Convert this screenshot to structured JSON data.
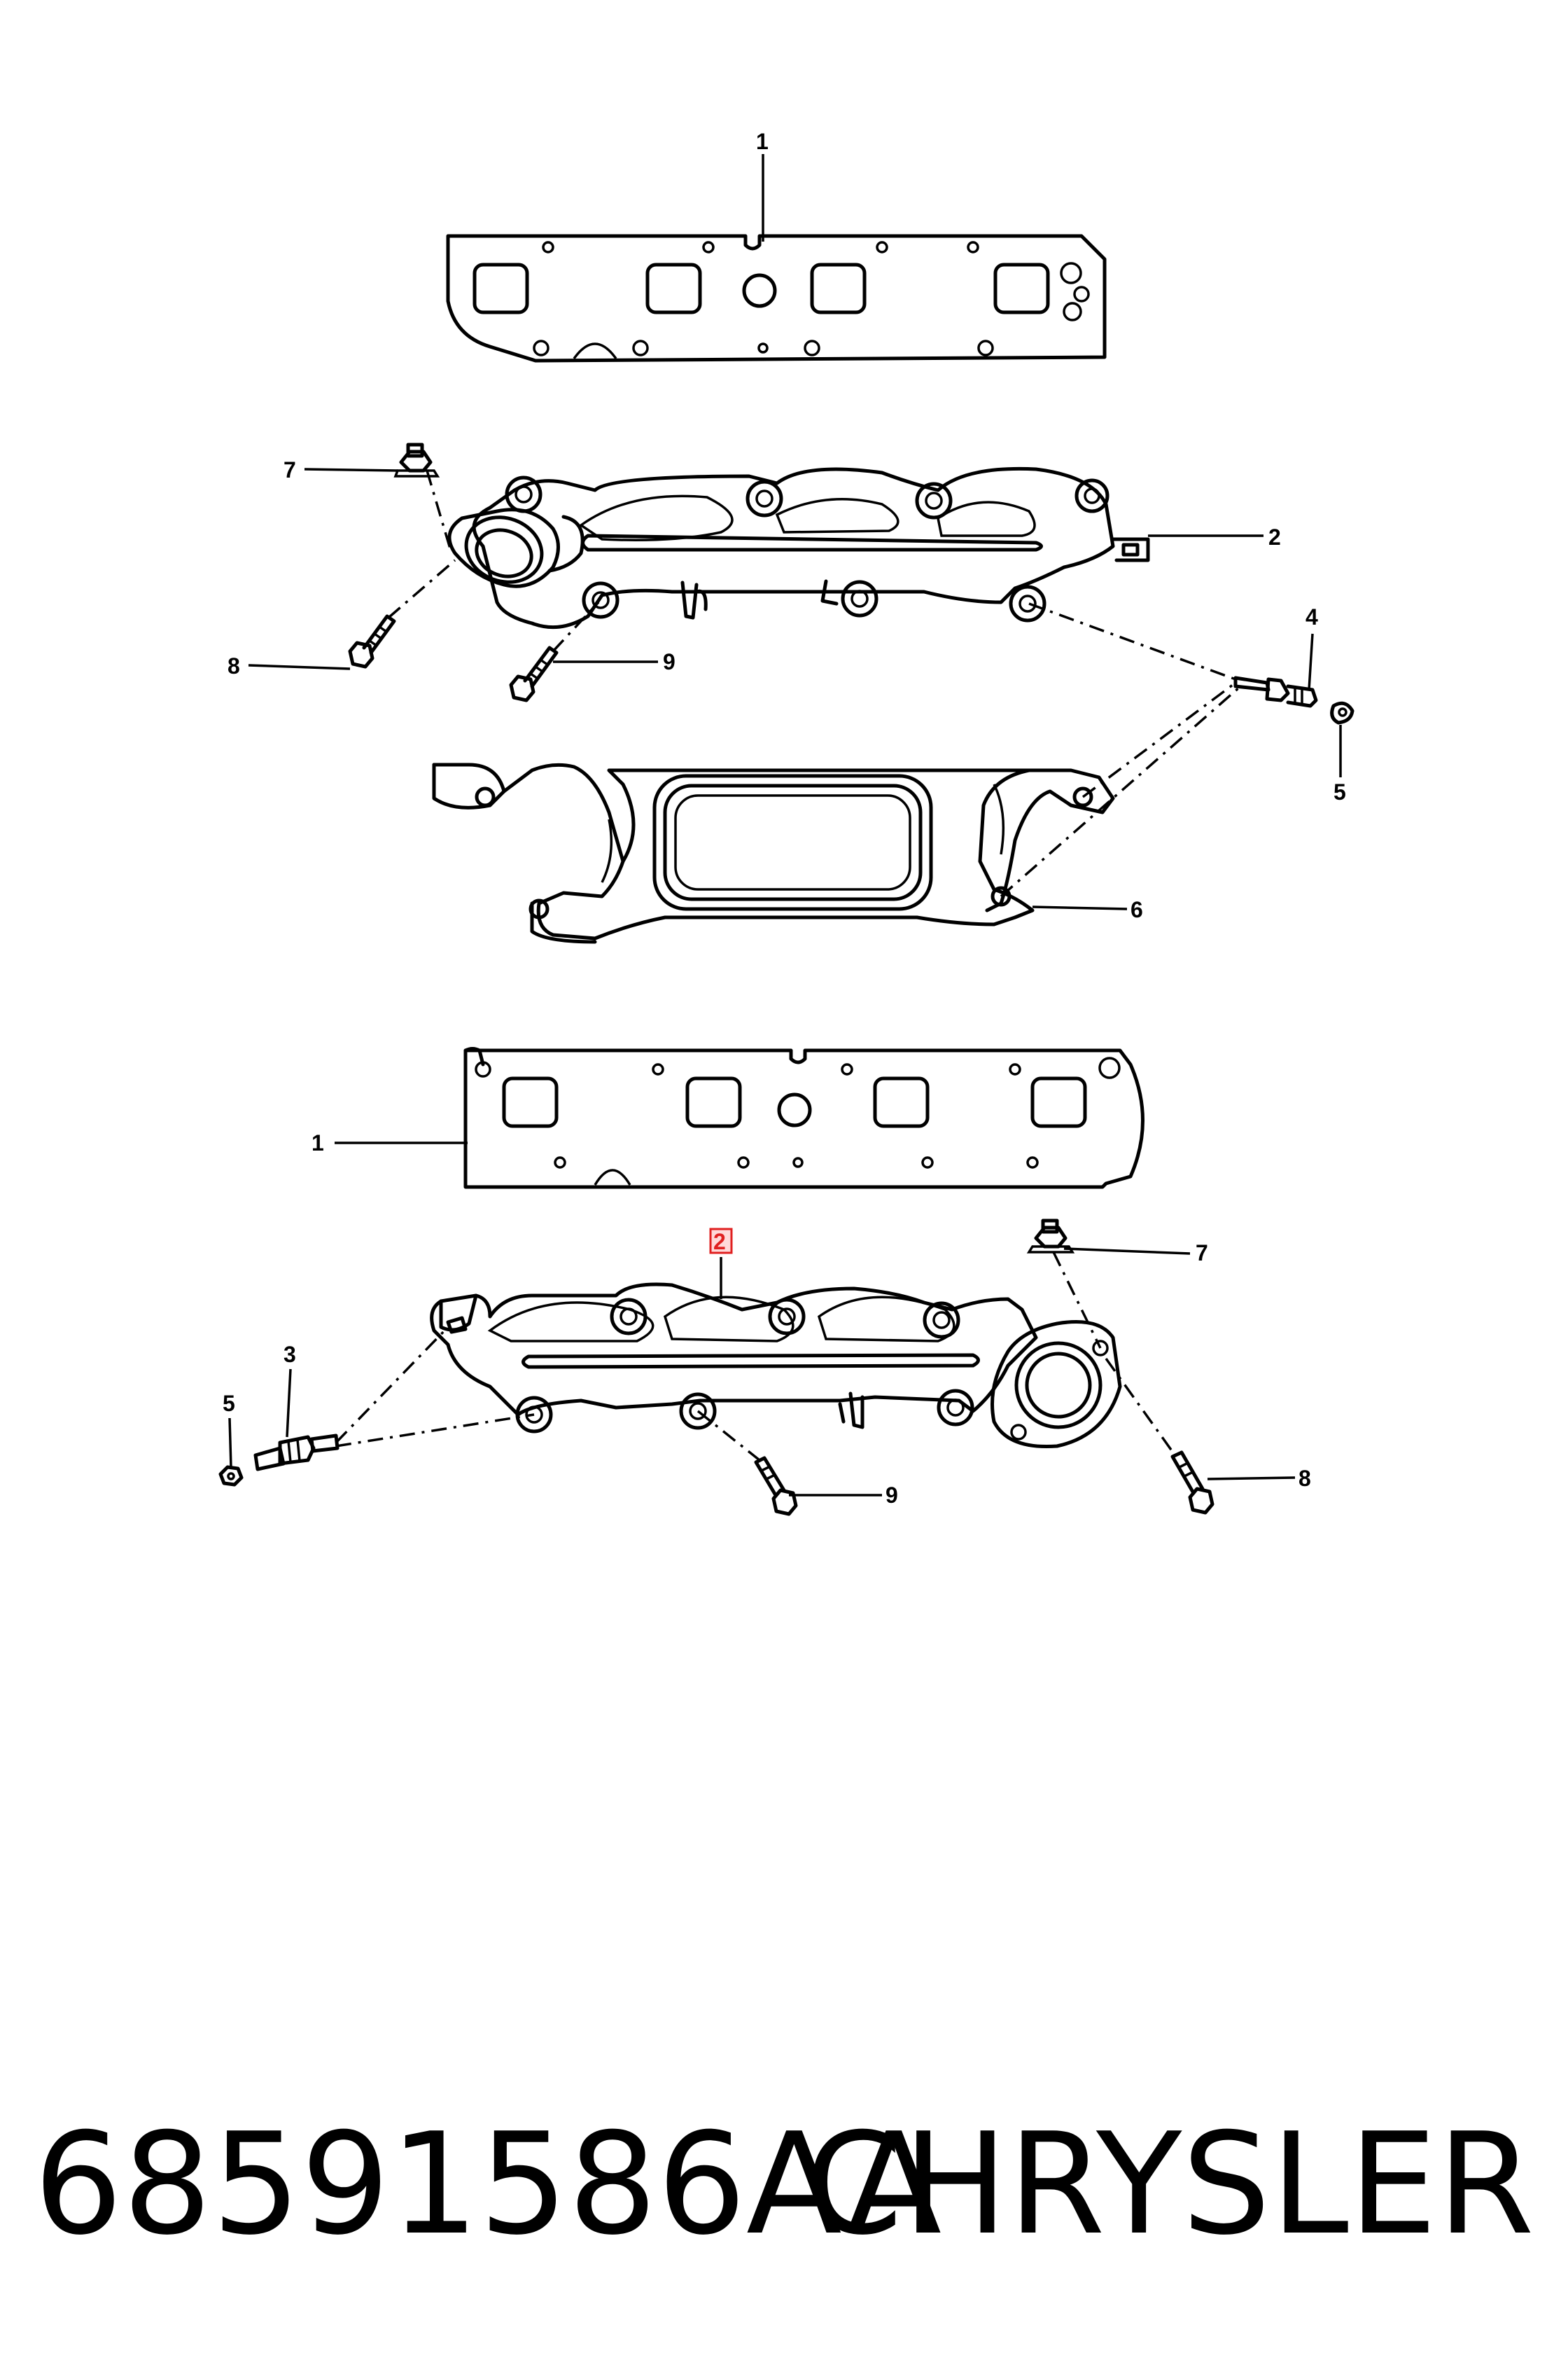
{
  "callouts": {
    "upper_gasket": "1",
    "upper_manifold": "2",
    "upper_sensor": "4",
    "upper_nut": "5",
    "heat_shield": "6",
    "upper_stud_nut": "7",
    "upper_bolt_8": "8",
    "upper_bolt_9": "9",
    "lower_gasket": "1",
    "lower_manifold": "2",
    "lower_sensor": "3",
    "lower_nut": "5",
    "lower_stud_nut": "7",
    "lower_bolt_8": "8",
    "lower_bolt_9": "9"
  },
  "footer": {
    "part_number": "68591586AA",
    "brand": "CHRYSLER"
  },
  "colors": {
    "line": "#000000",
    "highlight": "#e02020",
    "background": "#ffffff"
  }
}
